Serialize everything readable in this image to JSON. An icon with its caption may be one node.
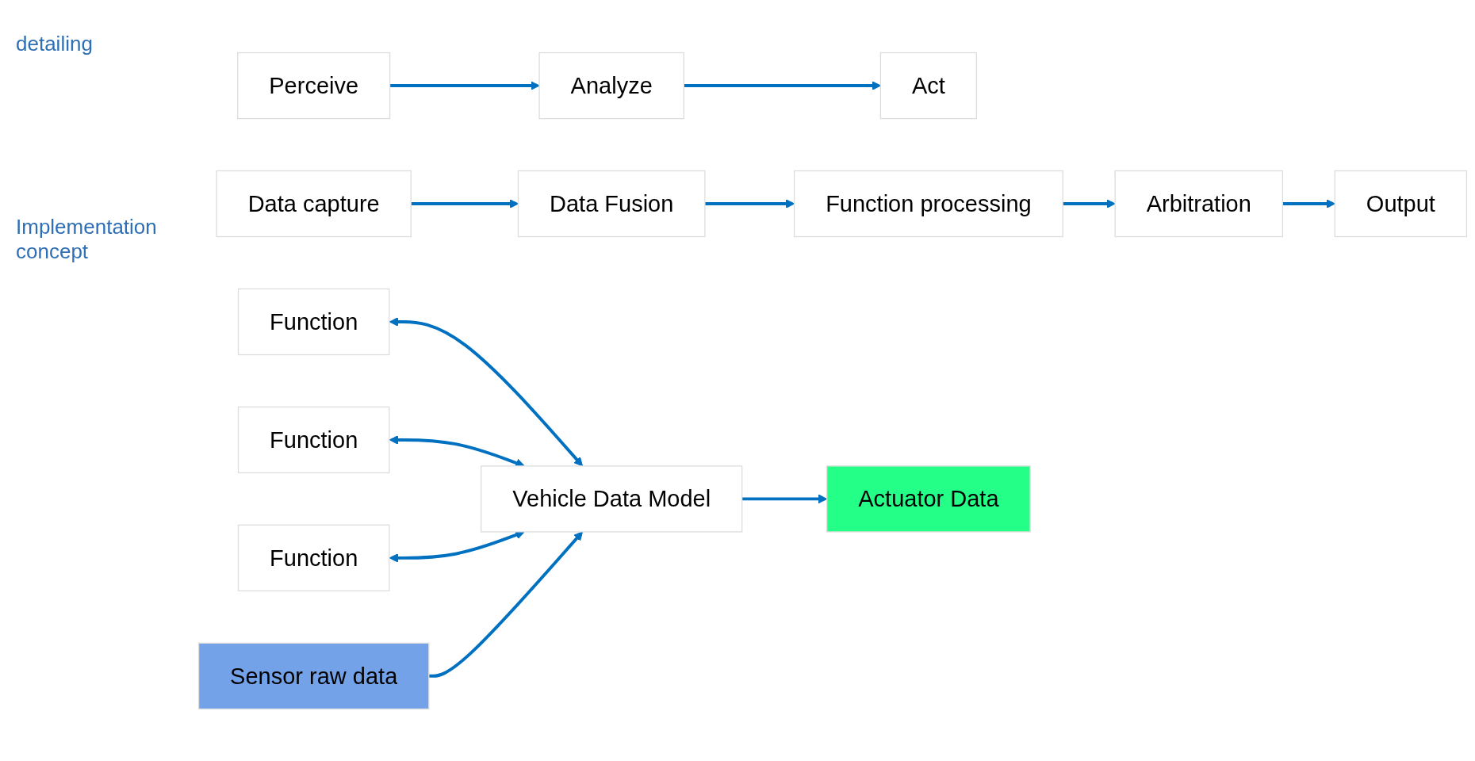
{
  "diagram": {
    "nodes": [
      {
        "text": [
          "Perceive"
        ]
      },
      {
        "text": [
          "Analyze"
        ]
      },
      {
        "text": [
          "Act"
        ]
      },
      {
        "text": [
          "Data capture"
        ]
      },
      {
        "text": [
          "Data Fusion"
        ]
      },
      {
        "text": [
          "Function processing"
        ]
      },
      {
        "text": [
          "Arbitration"
        ]
      },
      {
        "text": [
          "Output"
        ]
      },
      {
        "text": [
          "Function"
        ]
      },
      {
        "text": [
          "Function"
        ]
      },
      {
        "text": [
          "Function"
        ]
      },
      {
        "text": [
          "Sensor raw data"
        ]
      },
      {
        "text": [
          "Vehicle Data Model"
        ]
      },
      {
        "text": [
          "Actuator Data"
        ]
      }
    ],
    "edges": [
      {
        "from": 0,
        "to": 1,
        "arrow": "to"
      },
      {
        "from": 1,
        "to": 2,
        "arrow": "to"
      },
      {
        "from": 3,
        "to": 4,
        "arrow": "to"
      },
      {
        "from": 4,
        "to": 5,
        "arrow": "to"
      },
      {
        "from": 5,
        "to": 6,
        "arrow": "to"
      },
      {
        "from": 6,
        "to": 7,
        "arrow": "to"
      },
      {
        "from": 8,
        "to": 12,
        "arrow": "both"
      },
      {
        "from": 9,
        "to": 12,
        "arrow": "both"
      },
      {
        "from": 10,
        "to": 12,
        "arrow": "both"
      },
      {
        "from": 11,
        "to": 12,
        "arrow": "to"
      },
      {
        "from": 12,
        "to": 13,
        "arrow": "to"
      }
    ],
    "labels": [
      "detailing",
      "Implementation concept"
    ]
  }
}
